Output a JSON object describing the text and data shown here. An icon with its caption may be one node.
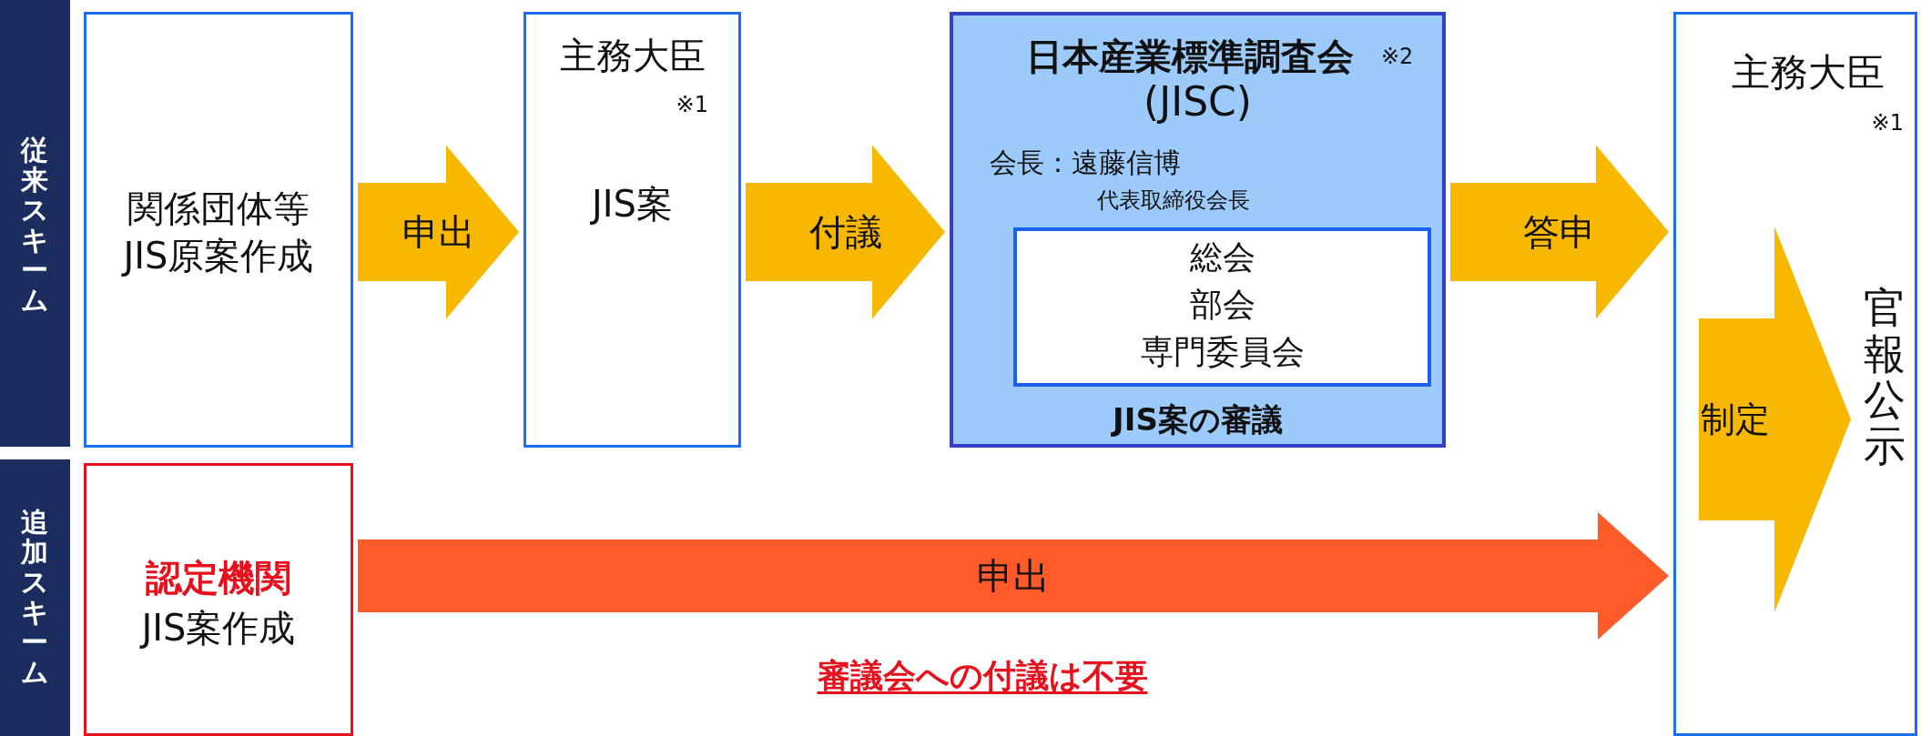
{
  "diagram": {
    "nodes": [
      {
        "text": [
          "従来スキーム"
        ]
      },
      {
        "text": [
          "追加スキーム"
        ]
      },
      {
        "text": [
          "関係団体等",
          "JIS原案作成"
        ]
      },
      {
        "text": [
          "主務大臣",
          "※1",
          "JIS案"
        ]
      },
      {
        "text": [
          "日本産業標準調査会",
          "※2",
          "(JISC)",
          "会長：遠藤信博",
          "代表取締役会長",
          "JIS案の審議"
        ]
      },
      {
        "text": [
          "総会",
          "部会",
          "専門委員会"
        ],
        "in": 4
      },
      {
        "text": [
          "主務大臣",
          "※1"
        ]
      },
      {
        "text": [
          "官報公示"
        ],
        "in": 6
      },
      {
        "text": [
          "認定機関",
          "JIS案作成"
        ]
      }
    ],
    "edges": [
      {
        "from": 2,
        "to": 3,
        "arrow": "to",
        "label": "申出"
      },
      {
        "from": 3,
        "to": 4,
        "arrow": "to",
        "label": "付議"
      },
      {
        "from": 4,
        "to": 6,
        "arrow": "to",
        "label": "答申"
      },
      {
        "from": 8,
        "to": 6,
        "arrow": "to",
        "label": "申出",
        "color": "#ff5a2a"
      },
      {
        "from": null,
        "to": 7,
        "arrow": "to",
        "label": "制定"
      }
    ],
    "labels": [
      "審議会への付議は不要"
    ]
  }
}
